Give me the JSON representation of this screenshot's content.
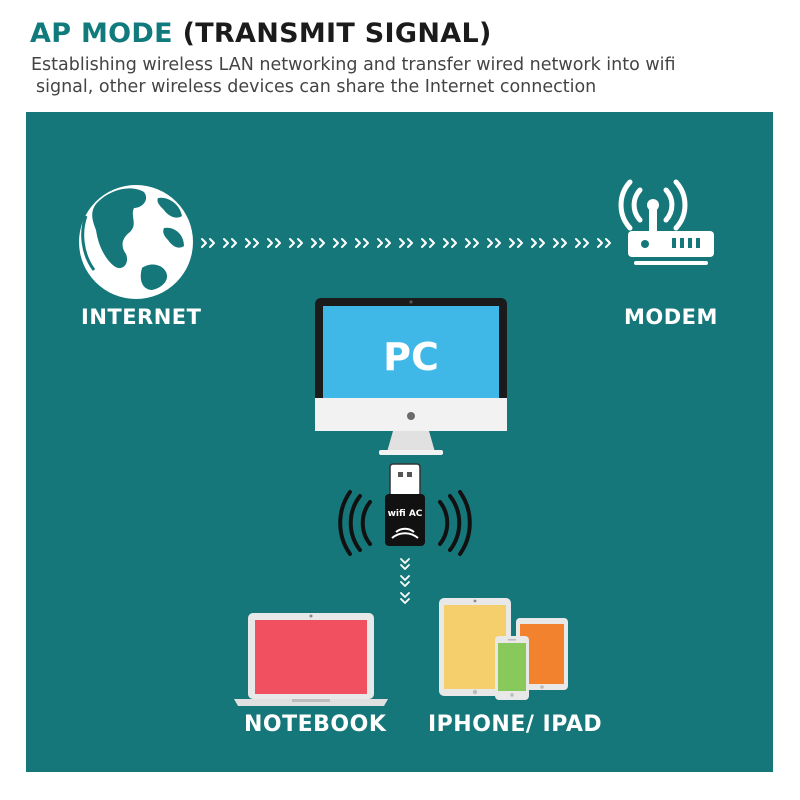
{
  "header": {
    "title_accent": "AP MODE",
    "title_rest": "(TRANSMIT SIGNAL)",
    "subtitle_line1": "Establishing wireless LAN networking and transfer wired network into wifi",
    "subtitle_line2": "signal, other wireless devices can share the Internet connection"
  },
  "diagram": {
    "internet_label": "INTERNET",
    "modem_label": "MODEM",
    "pc_label": "PC",
    "adapter_label": "wifi AC",
    "notebook_label": "NOTEBOOK",
    "mobile_label": "IPHONE/ IPAD"
  },
  "colors": {
    "accent": "#117a7c",
    "panel": "#16777a",
    "pc_screen": "#3fb8e8",
    "notebook_screen": "#f05060",
    "tablet_screen": "#f6cf6d",
    "tablet_small_screen": "#f3822f",
    "phone_screen": "#89c85a"
  }
}
